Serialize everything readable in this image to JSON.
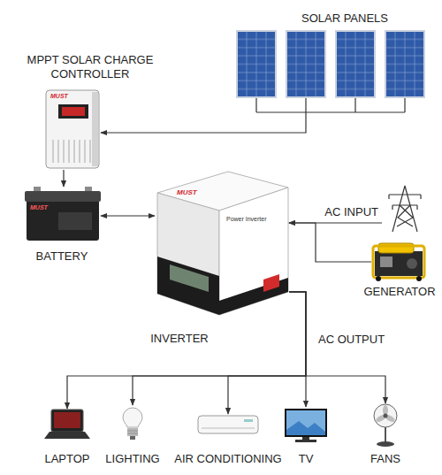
{
  "diagram": {
    "nodes": [
      {
        "text": [
          "SOLAR PANELS"
        ]
      },
      {
        "text": [
          "MPPT SOLAR CHARGE CONTROLLER"
        ]
      },
      {
        "text": [
          "BATTERY"
        ]
      },
      {
        "text": [
          "INVERTER"
        ]
      },
      {
        "text": [
          "AC INPUT"
        ]
      },
      {
        "text": [
          "GENERATOR"
        ]
      },
      {
        "text": [
          "LAPTOP"
        ]
      },
      {
        "text": [
          "LIGHTING"
        ]
      },
      {
        "text": [
          "AIR CONDITIONING"
        ]
      },
      {
        "text": [
          "TV"
        ]
      },
      {
        "text": [
          "FANS"
        ]
      }
    ],
    "edges": [
      {
        "from": 0,
        "to": 1,
        "arrow": "to"
      },
      {
        "from": 1,
        "to": 2,
        "arrow": "to"
      },
      {
        "from": 2,
        "to": 3,
        "arrow": "both"
      },
      {
        "from": 4,
        "to": 3,
        "arrow": "to"
      },
      {
        "from": 5,
        "to": 3,
        "arrow": "to"
      },
      {
        "from": 3,
        "to": 6,
        "arrow": "to"
      },
      {
        "from": 3,
        "to": 7,
        "arrow": "to"
      },
      {
        "from": 3,
        "to": 8,
        "arrow": "to"
      },
      {
        "from": 3,
        "to": 9,
        "arrow": "to",
        "label": "AC OUTPUT"
      },
      {
        "from": 3,
        "to": 10,
        "arrow": "to"
      }
    ],
    "labels": [
      "MUST",
      "MUST",
      "MUST",
      "Power Inverter"
    ]
  }
}
